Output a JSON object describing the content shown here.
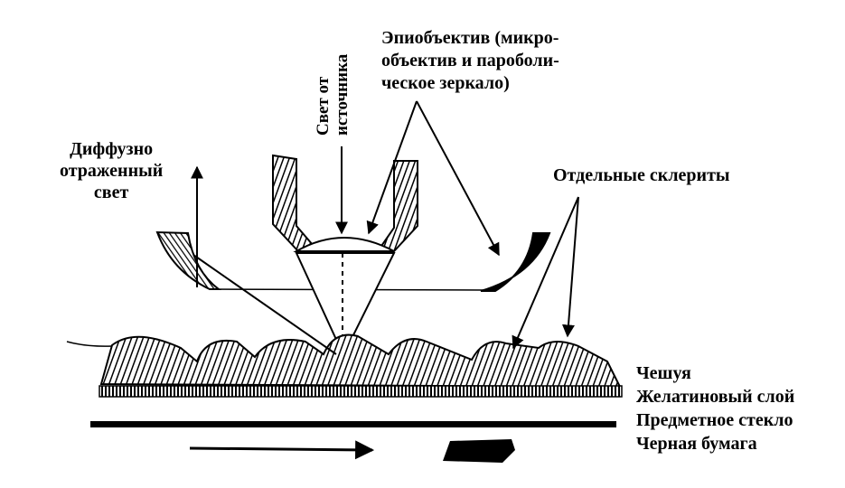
{
  "labels": {
    "diffuse": [
      "Диффузно",
      "отраженный",
      "свет"
    ],
    "source": [
      "Свет от",
      "источника"
    ],
    "epiobjective": [
      "Эпиобъектив (микро-",
      "объектив и пароболи-",
      "ческое зеркало)"
    ],
    "sclerites": "Отдельные склериты",
    "layers": [
      "Чешуя",
      "Желатиновый слой",
      "Предметное стекло",
      "Черная бумага"
    ]
  }
}
